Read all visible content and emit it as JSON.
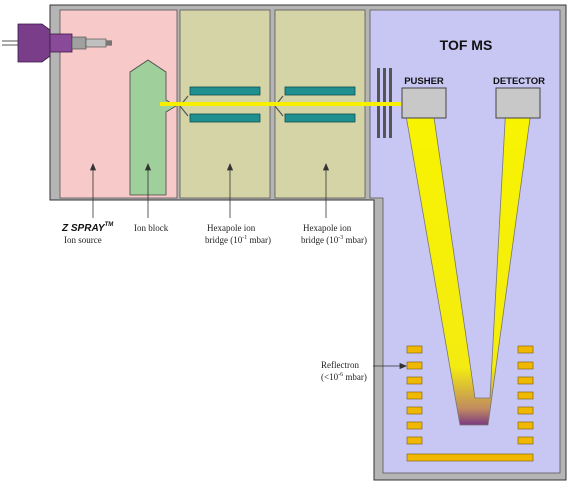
{
  "title": "TOF MS",
  "pusher_label": "PUSHER",
  "detector_label": "DETECTOR",
  "zspray": {
    "brand": "Z SPRAY",
    "tm": "TM",
    "subtitle": "Ion source"
  },
  "ion_block_label": "Ion block",
  "hexapole1": {
    "line1": "Hexapole ion",
    "line2": "bridge (10",
    "exp": "-1",
    "line2_end": " mbar)"
  },
  "hexapole2": {
    "line1": "Hexapole ion",
    "line2": "bridge (10",
    "exp": "-3",
    "line2_end": " mbar)"
  },
  "reflectron": {
    "line1": "Reflectron",
    "line2": "(<10",
    "exp": "-6",
    "line2_end": " mbar)"
  },
  "colors": {
    "source_chamber": "#f7c9c9",
    "ion_block": "#9fcf9b",
    "hexapole_chamber": "#d4d4a6",
    "tof_chamber": "#c8c6f2",
    "frame": "#b8b8b8",
    "beam": "#f6f000",
    "rod": "#1f8f8f",
    "lens": "#f0b800",
    "inlet": "#7a3d8a"
  }
}
